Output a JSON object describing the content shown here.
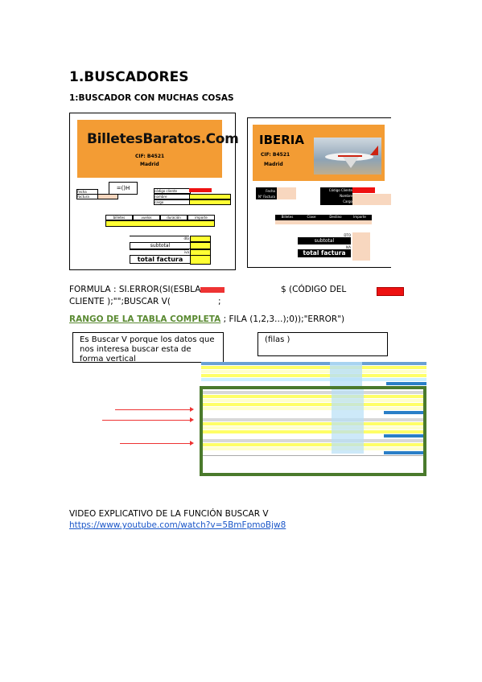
{
  "heading1": "1.BUSCADORES",
  "heading2": "1:BUSCADOR CON MUCHAS COSAS",
  "invoice1": {
    "brand": "BilletesBaratos.Com",
    "cif": "CIF: B4521",
    "city": "Madrid",
    "formula_cell": "=()H",
    "fields_left": [
      "Fecha",
      "Factura"
    ],
    "fields_right": [
      "código cliente",
      "nombre",
      "cargo"
    ],
    "table_headers": [
      "billetes",
      "vuelos",
      "duración",
      "importe"
    ],
    "totals_labels": [
      "dto",
      "subtotal",
      "iva"
    ],
    "total_label": "total factura"
  },
  "invoice2": {
    "brand": "IBERIA",
    "cif": "CIF: B4521",
    "city": "Madrid",
    "fields_left": [
      "Fecha",
      "N° Factura"
    ],
    "fields_right": [
      "Código Cliente",
      "Nombre",
      "Cargo"
    ],
    "table_headers": [
      "Billetes",
      "Clase",
      "Destino",
      "Importe"
    ],
    "totals_labels": [
      "DTO",
      "subtotal",
      "IVA"
    ],
    "total_label": "total factura"
  },
  "formula": {
    "line1_a": "FORMULA : SI.ERROR(SI(ESBLA",
    "line1_b": "$ (CÓDIGO DEL",
    "line2": "CLIENTE );\"\";BUSCAR V(",
    "line2_end": ";",
    "link_text": "RANGO DE LA TABLA COMPLETA",
    "line3_rest": "; FILA (1,2,3…);0));\"ERROR\")"
  },
  "note_left": "Es Buscar V porque los datos que nos interesa buscar esta de forma vertical",
  "note_right": "(filas )",
  "video_label": "VIDEO EXPLICATIVO DE LA FUNCIÓN BUSCAR V",
  "video_url": "https://www.youtube.com/watch?v=5BmFpmoBjw8",
  "colors": {
    "orange": "#f39c34",
    "yellow": "#ffff33",
    "red": "#e11111",
    "green_frame": "#4a7a2c",
    "link": "#1a56c8",
    "link_green": "#5a8a32"
  }
}
